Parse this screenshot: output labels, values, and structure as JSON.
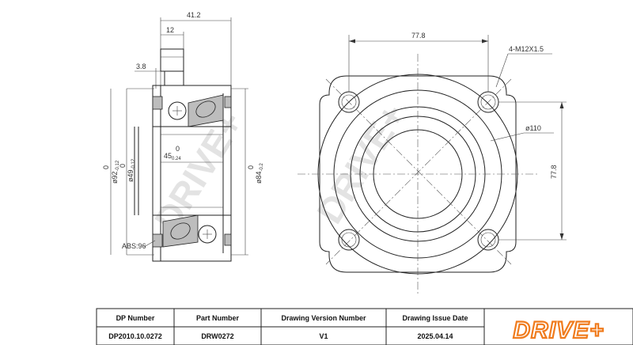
{
  "side_view": {
    "dim_width": "41.2",
    "dim_flange": "12",
    "dim_small": "3.8",
    "dim_bore_inner_base": "45",
    "dim_bore_inner_sup": "0",
    "dim_bore_inner_sub": "0.24",
    "dim_d_sensor_base": "ø92",
    "dim_d_sensor_sup": "0",
    "dim_d_sensor_sub": "-0.12",
    "dim_d_inner_base": "ø49",
    "dim_d_inner_sup": "0",
    "dim_d_inner_sub": "-0.12",
    "dim_d_outer_base": "ø84",
    "dim_d_outer_sup": "0",
    "dim_d_outer_sub": "-0.2",
    "abs_label": "ABS:96"
  },
  "front_view": {
    "dim_hole_spacing_h": "77.8",
    "dim_hole_spacing_v": "77.8",
    "dim_thread": "4-M12X1.5",
    "dim_diameter": "ø110"
  },
  "watermark": "DRIVE+",
  "title_block": {
    "headers": [
      "DP Number",
      "Part Number",
      "Drawing Version Number",
      "Drawing Issue Date"
    ],
    "values": [
      "DP2010.10.0272",
      "DRW0272",
      "V1",
      "2025.04.14"
    ],
    "logo": "DRIVE+"
  },
  "colors": {
    "logo_orange": "#f07c1e",
    "line": "#222222",
    "watermark": "#e3e3e3"
  }
}
